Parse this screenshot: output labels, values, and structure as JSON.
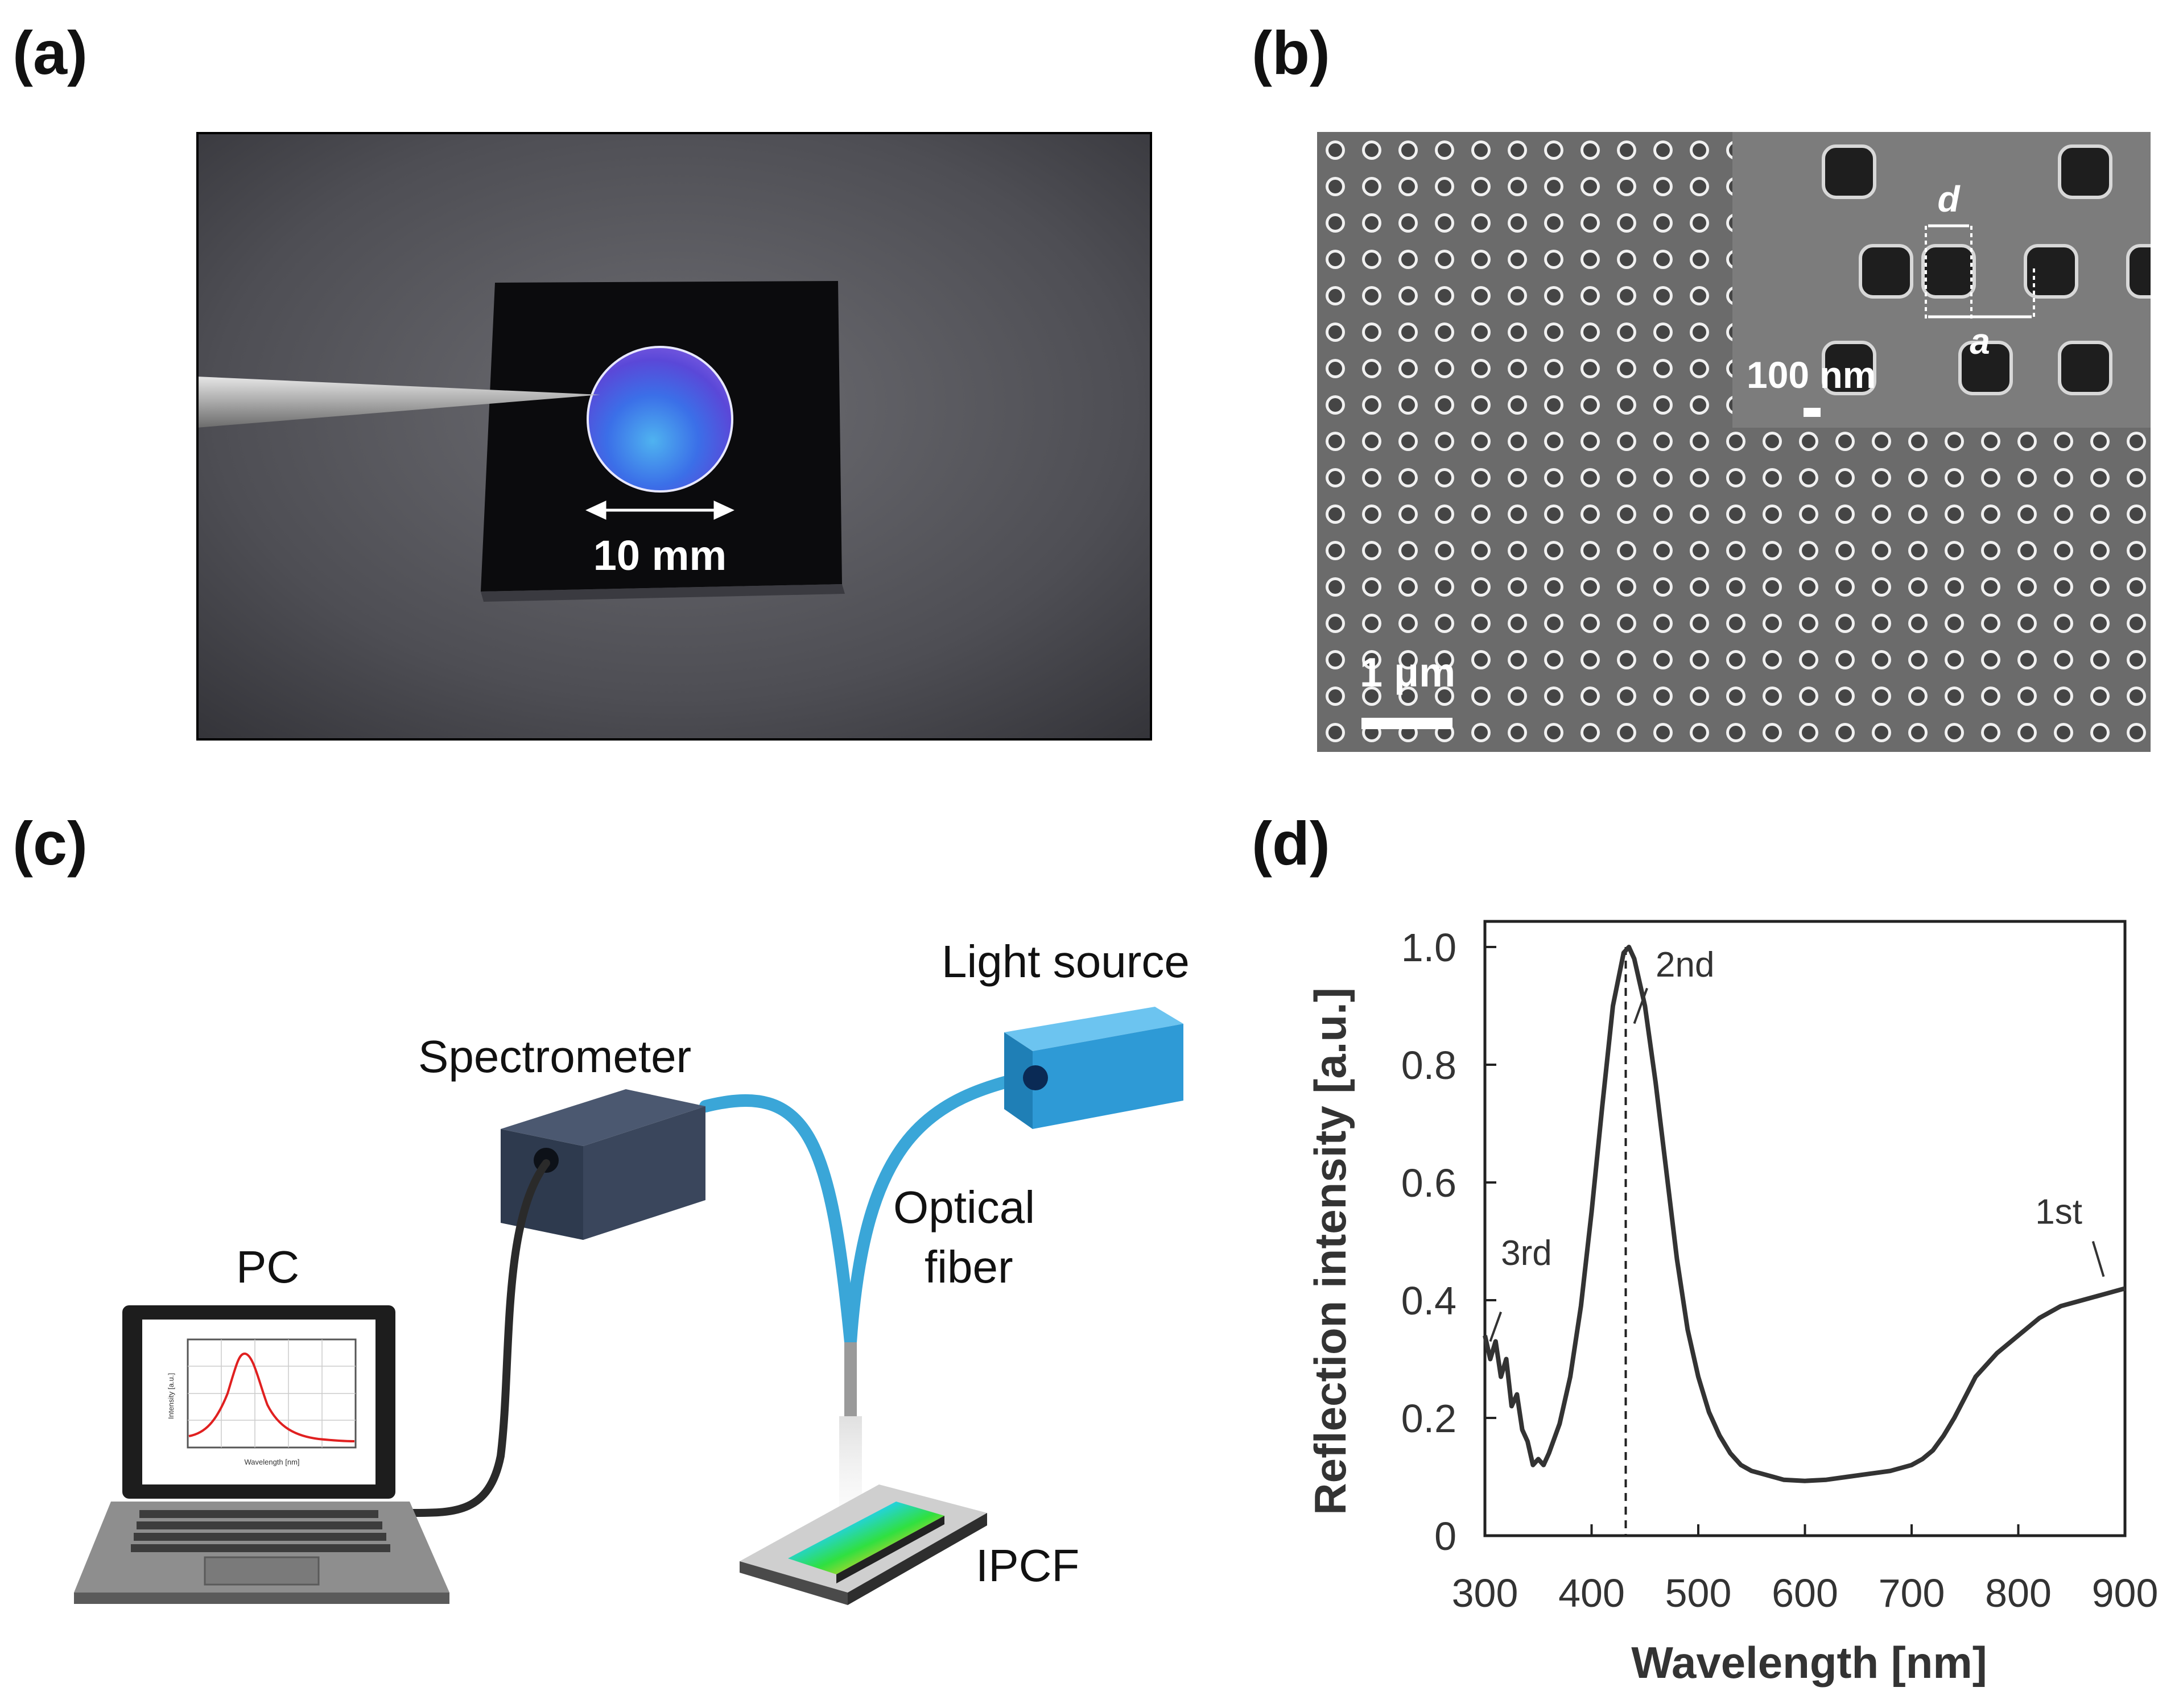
{
  "panels": {
    "a": {
      "label": "(a)",
      "scale_label": "10 mm"
    },
    "b": {
      "label": "(b)",
      "scale_main": "1 μm",
      "scale_inset": "100 nm",
      "symbol_d": "d",
      "symbol_a": "a"
    },
    "c": {
      "label": "(c)",
      "light_source": "Light source",
      "spectrometer": "Spectrometer",
      "pc": "PC",
      "optical": "Optical",
      "fiber": "fiber",
      "ipcf": "IPCF",
      "screen_ylabel": "Intensity [a.u.]",
      "screen_xlabel": "Wavelength [nm]"
    },
    "d": {
      "label": "(d)"
    }
  },
  "colors": {
    "fiber": "#3aa6d8",
    "light_source": "#2e9ad6",
    "spectrometer": "#2e3a4e",
    "curve": "#333333",
    "screen_curve": "#e02020"
  },
  "chart_data": {
    "type": "line",
    "xlabel": "Wavelength [nm]",
    "ylabel": "Reflection intensity [a.u.]",
    "xlim": [
      300,
      900
    ],
    "ylim": [
      0,
      1.0
    ],
    "xticks": [
      300,
      400,
      500,
      600,
      700,
      800,
      900
    ],
    "yticks": [
      0,
      0.2,
      0.4,
      0.6,
      0.8,
      1.0
    ],
    "ytick_labels": [
      "0",
      "0.2",
      "0.4",
      "0.6",
      "0.8",
      "1.0"
    ],
    "series": [
      {
        "x": [
          300,
          305,
          310,
          315,
          320,
          325,
          330,
          335,
          340,
          345,
          350,
          355,
          360,
          370,
          380,
          390,
          400,
          410,
          420,
          430,
          435,
          440,
          450,
          460,
          470,
          480,
          490,
          500,
          510,
          520,
          530,
          540,
          550,
          560,
          570,
          580,
          600,
          620,
          640,
          660,
          680,
          700,
          710,
          720,
          730,
          740,
          750,
          760,
          770,
          780,
          800,
          820,
          840,
          860,
          880,
          900
        ],
        "y": [
          0.34,
          0.3,
          0.33,
          0.27,
          0.3,
          0.22,
          0.24,
          0.18,
          0.16,
          0.12,
          0.13,
          0.12,
          0.14,
          0.19,
          0.27,
          0.39,
          0.55,
          0.73,
          0.9,
          0.99,
          1.0,
          0.98,
          0.9,
          0.77,
          0.62,
          0.47,
          0.35,
          0.27,
          0.21,
          0.17,
          0.14,
          0.12,
          0.11,
          0.105,
          0.1,
          0.095,
          0.093,
          0.095,
          0.1,
          0.105,
          0.11,
          0.12,
          0.13,
          0.145,
          0.17,
          0.2,
          0.235,
          0.27,
          0.29,
          0.31,
          0.34,
          0.37,
          0.39,
          0.4,
          0.41,
          0.42
        ]
      }
    ],
    "peak_line_x": 432,
    "annotations": [
      {
        "text": "3rd",
        "x": 315,
        "y": 0.46
      },
      {
        "text": "2nd",
        "x": 460,
        "y": 0.95
      },
      {
        "text": "1st",
        "x": 860,
        "y": 0.53
      }
    ]
  }
}
